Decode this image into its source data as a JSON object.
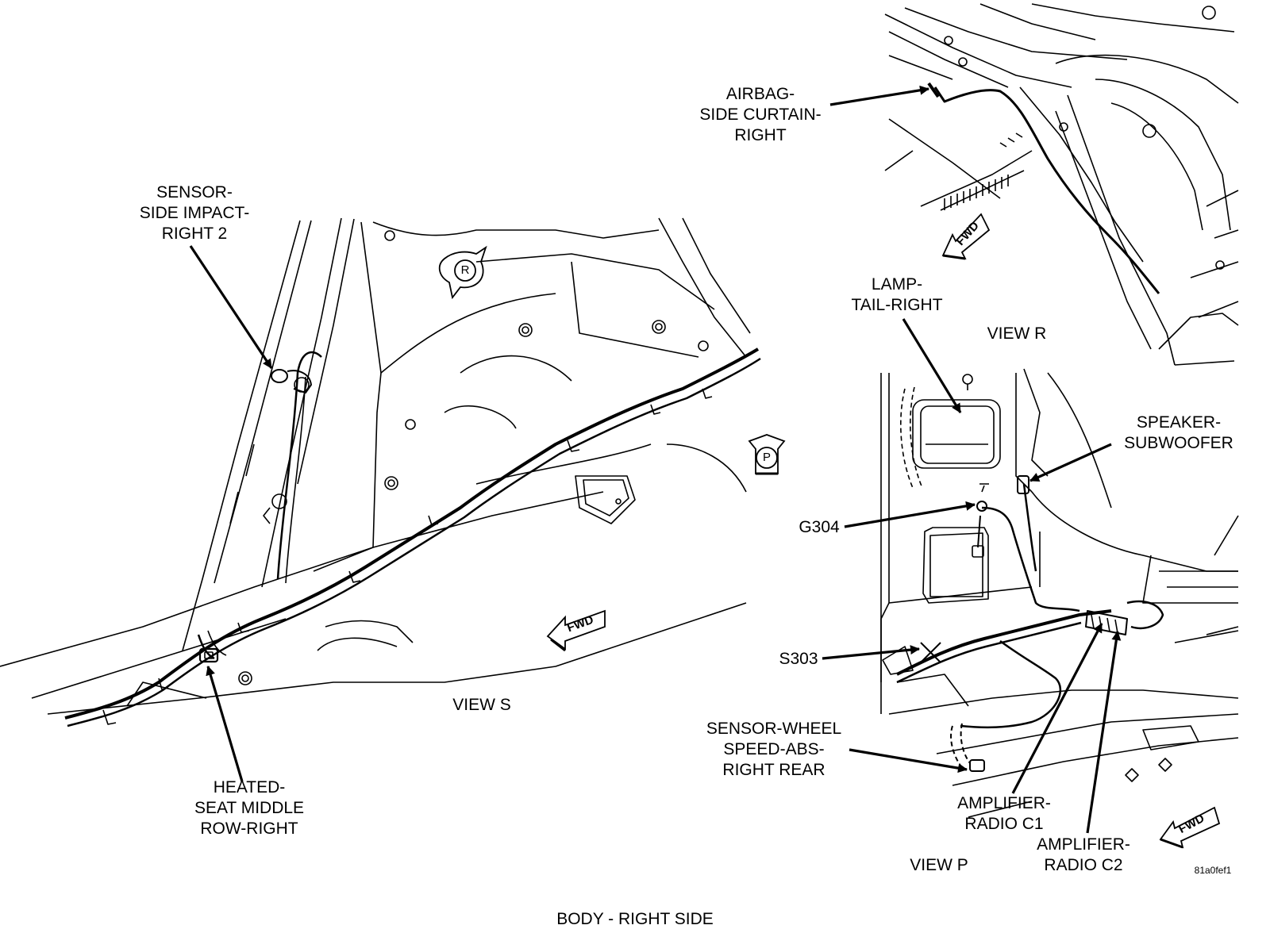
{
  "caption": "BODY - RIGHT SIDE",
  "drawing_code": "81a0fef1",
  "views": {
    "s": "VIEW S",
    "r": "VIEW R",
    "p": "VIEW P"
  },
  "view_markers": {
    "r": "R",
    "p": "P"
  },
  "fwd": "FWD",
  "labels": {
    "airbag": [
      "AIRBAG-",
      "SIDE CURTAIN-",
      "RIGHT"
    ],
    "sensor_side": [
      "SENSOR-",
      "SIDE IMPACT-",
      "RIGHT 2"
    ],
    "heated_seat": [
      "HEATED-",
      "SEAT MIDDLE",
      "ROW-RIGHT"
    ],
    "lamp_tail": [
      "LAMP-",
      "TAIL-RIGHT"
    ],
    "speaker": [
      "SPEAKER-",
      "SUBWOOFER"
    ],
    "g304": "G304",
    "s303": "S303",
    "wheel_sensor": [
      "SENSOR-WHEEL",
      "SPEED-ABS-",
      "RIGHT REAR"
    ],
    "amp_c1": [
      "AMPLIFIER-",
      "RADIO C1"
    ],
    "amp_c2": [
      "AMPLIFIER-",
      "RADIO C2"
    ]
  }
}
